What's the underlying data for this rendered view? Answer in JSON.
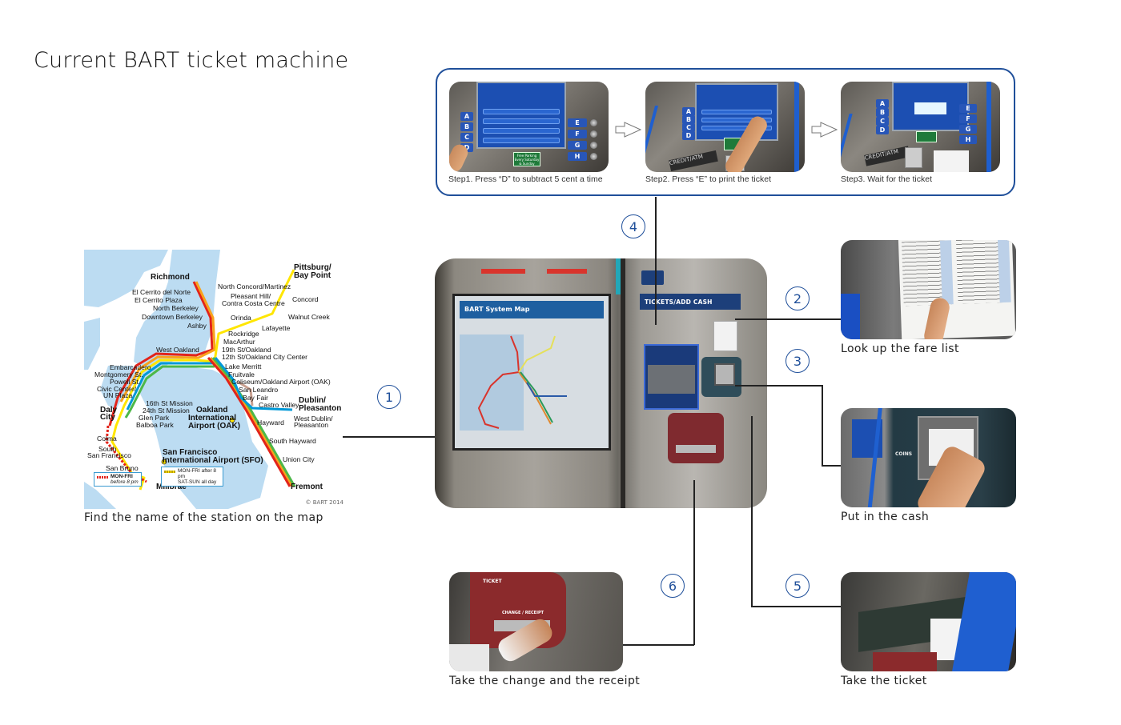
{
  "title": "Current BART ticket machine",
  "steps_panel": {
    "steps": [
      {
        "label": "Step1.   Press “D” to subtract  5 cent a time"
      },
      {
        "label": "Step2.   Press “E” to print the  ticket"
      },
      {
        "label": "Step3.   Wait for the ticket"
      }
    ],
    "atm_buttons_left": [
      "A",
      "B",
      "C",
      "D"
    ],
    "atm_buttons_right": [
      "E",
      "F",
      "G",
      "H"
    ],
    "green_sign": "Free Parking Every Saturday & Sunday",
    "card_slot_label": "CREDIT/ATM",
    "arrow_icon": "hollow-right-arrow"
  },
  "callouts": [
    {
      "number": "1",
      "caption": "Find the name of the station on the map"
    },
    {
      "number": "2",
      "caption": "Look up the fare list"
    },
    {
      "number": "3",
      "caption": "Put in the cash"
    },
    {
      "number": "4",
      "caption": ""
    },
    {
      "number": "5",
      "caption": "Take the ticket"
    },
    {
      "number": "6",
      "caption": "Take the change and the receipt"
    }
  ],
  "machine": {
    "map_header": "BART System Map",
    "tickets_header": "TICKETS/ADD CASH"
  },
  "cash_photo": {
    "coins_label": "COINS"
  },
  "change_photo": {
    "ticket_label": "TICKET",
    "slot_label": "CHANGE / RECEIPT"
  },
  "map": {
    "stations": {
      "richmond": "Richmond",
      "el_cerrito_del_norte": "El Cerrito del Norte",
      "el_cerrito_plaza": "El Cerrito Plaza",
      "north_berkeley": "North Berkeley",
      "downtown_berkeley": "Downtown Berkeley",
      "ashby": "Ashby",
      "pittsburg": "Pittsburg/",
      "bay_point": "Bay Point",
      "north_concord": "North Concord/Martinez",
      "pleasant_hill": "Pleasant Hill/",
      "contra_costa": "Contra Costa Centre",
      "concord": "Concord",
      "walnut_creek": "Walnut Creek",
      "orinda": "Orinda",
      "lafayette": "Lafayette",
      "rockridge": "Rockridge",
      "macarthur": "MacArthur",
      "nineteenth": "19th St/Oakland",
      "twelfth": "12th St/Oakland City Center",
      "west_oakland": "West Oakland",
      "lake_merritt": "Lake Merritt",
      "fruitvale": "Fruitvale",
      "coliseum": "Coliseum/Oakland Airport (OAK)",
      "san_leandro": "San Leandro",
      "bay_fair": "Bay Fair",
      "castro_valley": "Castro Valley",
      "dublin": "Dublin/",
      "pleasanton": "Pleasanton",
      "west_dublin": "West Dublin/",
      "west_pleasanton": "Pleasanton",
      "embarcadero": "Embarcadero",
      "montgomery": "Montgomery St.",
      "powell": "Powell St.",
      "civic_center": "Civic Center/",
      "un_plaza": "UN Plaza",
      "sixteenth": "16th St Mission",
      "twentyfourth": "24th St Mission",
      "glen_park": "Glen Park",
      "balboa_park": "Balboa Park",
      "daly": "Daly",
      "city": "City",
      "oak1": "Oakland",
      "oak2": "International",
      "oak3": "Airport (OAK)",
      "hayward": "Hayward",
      "south_hayward": "South Hayward",
      "union_city": "Union City",
      "fremont": "Fremont",
      "colma": "Colma",
      "south_sf1": "South",
      "south_sf2": "San Francisco",
      "sfo1": "San Francisco",
      "sfo2": "International Airport (SFO)",
      "san_bruno": "San Bruno",
      "millbrae": "Millbrae"
    },
    "legend_weekday": {
      "line1": "MON-FRI",
      "line2": "before 8 pm"
    },
    "legend_weekend": {
      "line1": "MON-FRI after 8 pm",
      "line2": "SAT-SUN all day"
    },
    "copyright": "© BART 2014",
    "line_colors": {
      "red": "#e2231a",
      "orange": "#f8a21c",
      "yellow": "#ffe600",
      "blue": "#0099d8",
      "green": "#4db848",
      "water": "#bcdcf2",
      "land": "#ffffff"
    }
  },
  "colors": {
    "accent": "#1f4f9a",
    "text": "#222222"
  }
}
